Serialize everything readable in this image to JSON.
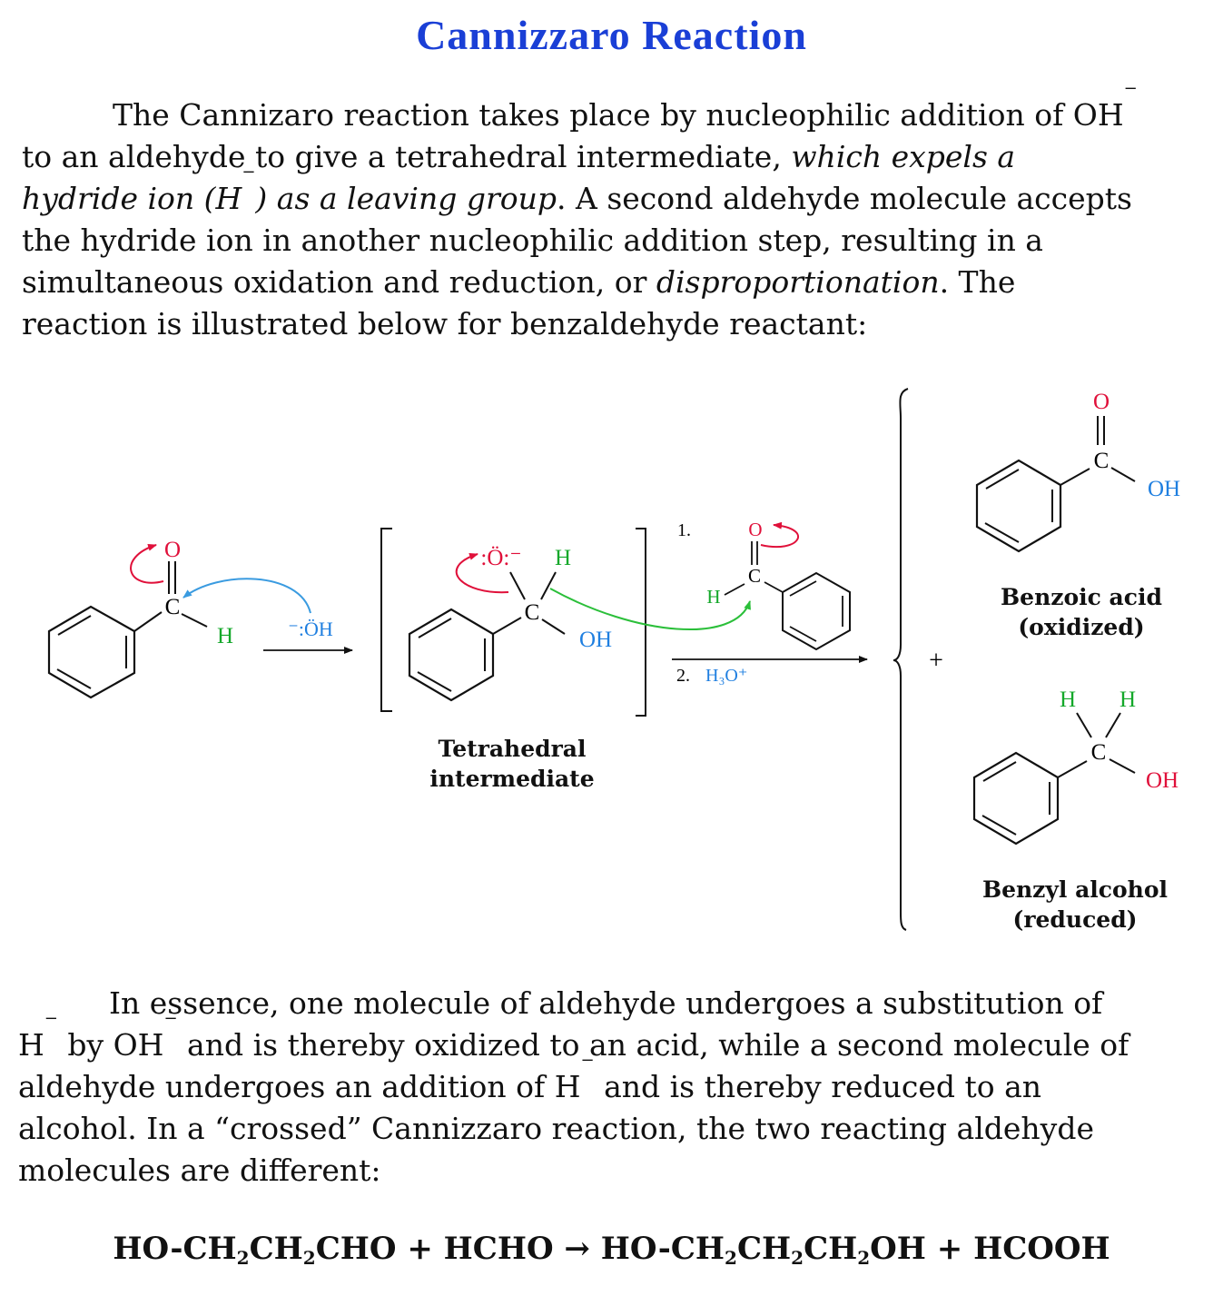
{
  "title": "Cannizzaro Reaction",
  "paragraph1": {
    "l1": "The Cannizaro reaction takes place by nucleophilic addition of OH",
    "l2a": "to an aldehyde to give a tetrahedral intermediate, ",
    "l2b": "which expels a",
    "l3a": "hydride ion (H",
    "l3b": ") as a leaving group",
    "l3c": ".  A second aldehyde molecule accepts",
    "l4": "the hydride ion in another nucleophilic addition step, resulting in a",
    "l5a": "simultaneous oxidation and reduction, or ",
    "l5b": "disproportionation",
    "l5c": ".  The",
    "l6": "reaction is illustrated below for benzaldehyde reactant:"
  },
  "diagram": {
    "atom_O": "O",
    "atom_C": "C",
    "atom_H": "H",
    "atom_OH": "OH",
    "hydroxide": "⁻:ÖH",
    "alkoxide": ":Ö:⁻",
    "step1": "1.",
    "step2": "2.",
    "reagent2": "H₃O⁺",
    "plus": "+",
    "tetra_label_1": "Tetrahedral",
    "tetra_label_2": "intermediate",
    "product1_label_1": "Benzoic acid",
    "product1_label_2": "(oxidized)",
    "product2_label_1": "Benzyl alcohol",
    "product2_label_2": "(reduced)"
  },
  "paragraph2": {
    "l1": "In essence, one molecule of aldehyde undergoes a substitution of",
    "l2a": "H",
    "l2b": " by OH",
    "l2c": " and is thereby oxidized to an acid, while a second molecule of",
    "l3a": "aldehyde undergoes an addition of H",
    "l3b": " and is thereby reduced to an",
    "l4": "alcohol.  In a “crossed” Cannizzaro reaction, the two reacting aldehyde",
    "l5": "molecules are different:"
  },
  "charges": {
    "minus": "−"
  },
  "equation": {
    "p1": "HO-CH",
    "s1": "2",
    "p2": "CH",
    "s2": "2",
    "p3": "CHO  +  HCHO  →  HO-CH",
    "s3": "2",
    "p4": "CH",
    "s4": "2",
    "p5": "CH",
    "s5": "2",
    "p6": "OH  +  HCOOH"
  },
  "colors": {
    "title": "#1a3fd6",
    "oxygen": "#e0103a",
    "hydrogen": "#14a82a",
    "hydroxide": "#1f7fe0",
    "arrow_red": "#e0103a",
    "arrow_blue": "#3a9be0",
    "arrow_green": "#2bbf3a"
  }
}
